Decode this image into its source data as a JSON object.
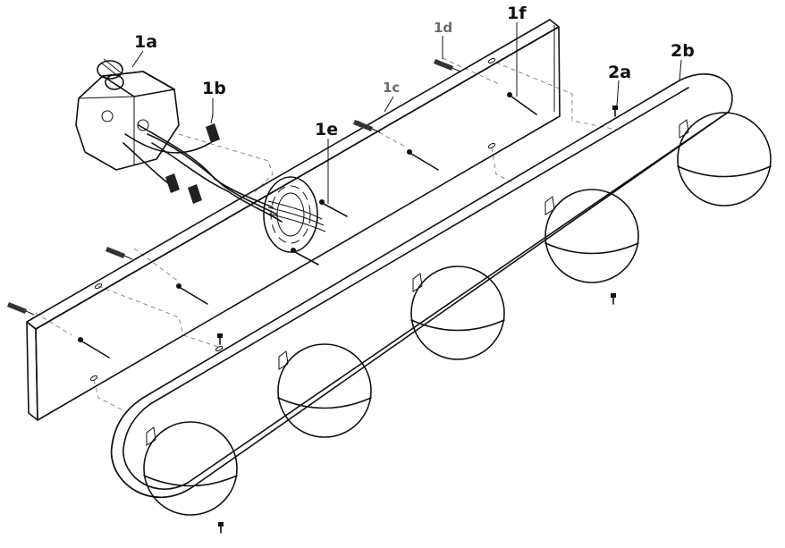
{
  "labels": {
    "junction_box": "1a",
    "wire_connector": "1b",
    "mounting_bracket": "1c",
    "wall_anchor": "1d",
    "bracket_screw": "1e",
    "anchor_screw": "1f",
    "cap_screw": "2a",
    "fixture_base": "2b"
  },
  "colors": {
    "line": "#111111",
    "dashed_guide": "#888888",
    "grey_label": "#6a6a6a"
  }
}
